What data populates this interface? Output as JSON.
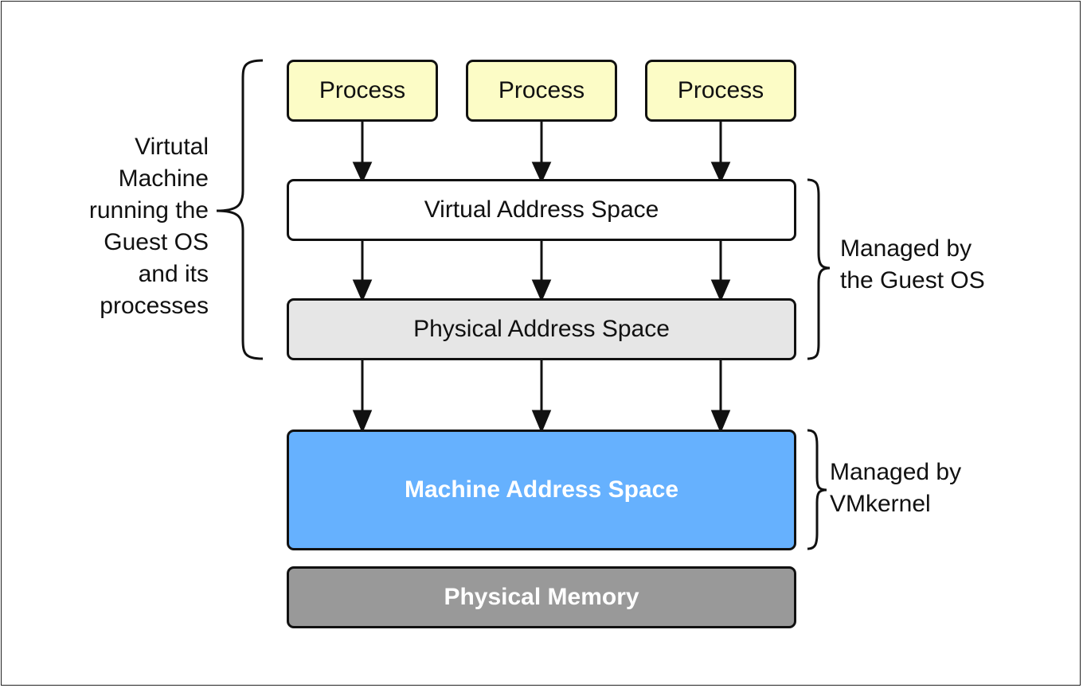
{
  "processes": [
    "Process",
    "Process",
    "Process"
  ],
  "layers": {
    "virtual_address_space": "Virtual Address Space",
    "physical_address_space": "Physical Address Space",
    "machine_address_space": "Machine Address Space",
    "physical_memory": "Physical Memory"
  },
  "annotations": {
    "vm_label": "Virtutal\nMachine\nrunning the\nGuest OS\nand its\nprocesses",
    "guest_os_label": "Managed by\nthe Guest OS",
    "vmkernel_label": "Managed by\nVMkernel"
  },
  "colors": {
    "process_fill": "#fcfcc6",
    "physical_address_fill": "#e6e6e6",
    "machine_address_fill": "#66b1fe",
    "physical_memory_fill": "#999999"
  }
}
